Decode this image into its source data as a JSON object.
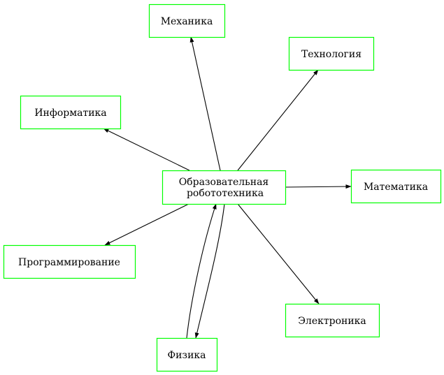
{
  "colors": {
    "node_border": "#00ff00",
    "edge": "#000000",
    "background": "#ffffff"
  },
  "nodes": {
    "center_line1": "Образовательная",
    "center_line2": "робототехника",
    "mechanics": "Механика",
    "technology": "Технология",
    "informatics": "Информатика",
    "mathematics": "Математика",
    "programming": "Программирование",
    "electronics": "Электроника",
    "physics": "Физика"
  }
}
